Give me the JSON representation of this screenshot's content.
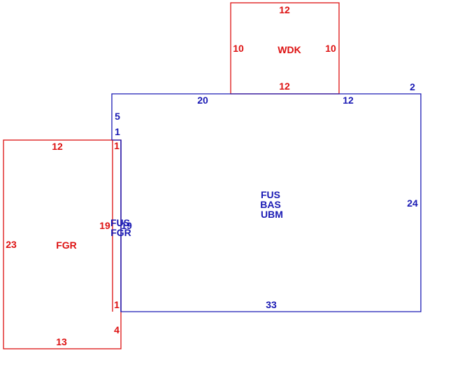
{
  "colors": {
    "red": "#dd1111",
    "blue": "#1a1ab4"
  },
  "areas": {
    "wdk": {
      "label": "WDK",
      "top": "12",
      "left": "10",
      "right": "10",
      "bottom": "12"
    },
    "fus_main": {
      "label_1": "FUS",
      "label_2": "BAS",
      "label_3": "UBM",
      "top_left_segment": "20",
      "top_right_segment": "12",
      "top_right_corner": "2",
      "right": "24",
      "bottom": "33",
      "left_upper_1": "5",
      "left_upper_2": "1"
    },
    "fgr": {
      "label": "FGR",
      "top": "12",
      "left": "23",
      "bottom": "13",
      "right_top": "1",
      "right_bottom": "1",
      "right_lower": "4",
      "overlap_red": "19",
      "overlap_blue": "19",
      "overlap_label_1": "FUS",
      "overlap_label_2": "FGR"
    }
  }
}
